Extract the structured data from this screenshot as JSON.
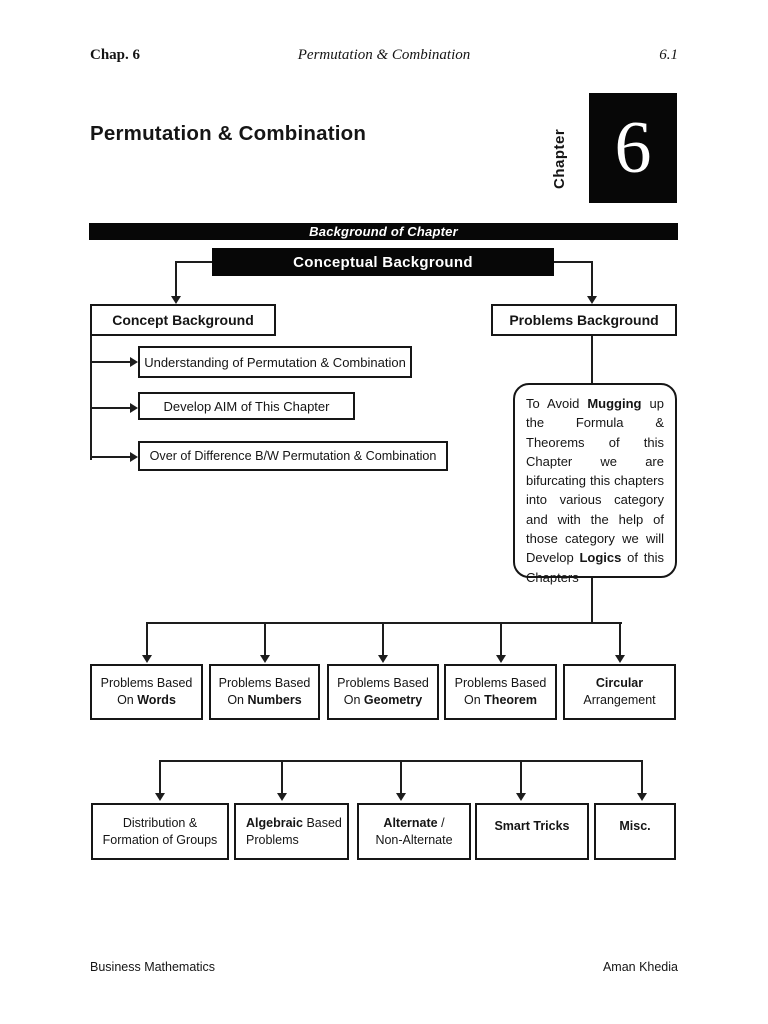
{
  "page_header": {
    "chapter_ref": "Chap. 6",
    "running_title": "Permutation & Combination",
    "page_number": "6.1"
  },
  "chapter": {
    "title": "Permutation & Combination",
    "side_label": "Chapter",
    "number": "6"
  },
  "banner": {
    "text": "Background of Chapter"
  },
  "flowchart": {
    "root": {
      "label": "Conceptual Background"
    },
    "concept_branch": {
      "title": "Concept Background",
      "items": [
        {
          "text": "Understanding of Permutation & Combination"
        },
        {
          "text": "Develop AIM of This Chapter"
        },
        {
          "text": "Over of Difference B/W Permutation & Combination"
        }
      ]
    },
    "problems_branch": {
      "title": "Problems Background",
      "note": {
        "p1": "To Avoid ",
        "b1": "Mugging",
        "p2": " up the Formula & Theorems of this Chapter we are bifurcating this chapters into various category and with the help of those category we will Develop ",
        "b2": "Logics",
        "p3": " of this Chapters"
      }
    },
    "category_row1": [
      {
        "line1": "Problems Based",
        "pre": "On ",
        "bold": "Words"
      },
      {
        "line1": "Problems Based",
        "pre": "On ",
        "bold": "Numbers"
      },
      {
        "line1": "Problems Based",
        "pre": "On ",
        "bold": "Geometry"
      },
      {
        "line1": "Problems Based",
        "pre": "On ",
        "bold": "Theorem"
      },
      {
        "bold1": "Circular",
        "line2": "Arrangement"
      }
    ],
    "category_row2": [
      {
        "line1": "Distribution &",
        "line2": "Formation of Groups"
      },
      {
        "bold": "Algebraic",
        "rest": " Based",
        "line2": "Problems"
      },
      {
        "bold": "Alternate",
        "rest": " /",
        "line2": "Non-Alternate"
      },
      {
        "bold": "Smart Tricks"
      },
      {
        "bold": "Misc."
      }
    ]
  },
  "footer": {
    "left": "Business Mathematics",
    "right": "Aman Khedia"
  },
  "colors": {
    "ink": "#1d1d1d",
    "paper": "#ffffff"
  }
}
